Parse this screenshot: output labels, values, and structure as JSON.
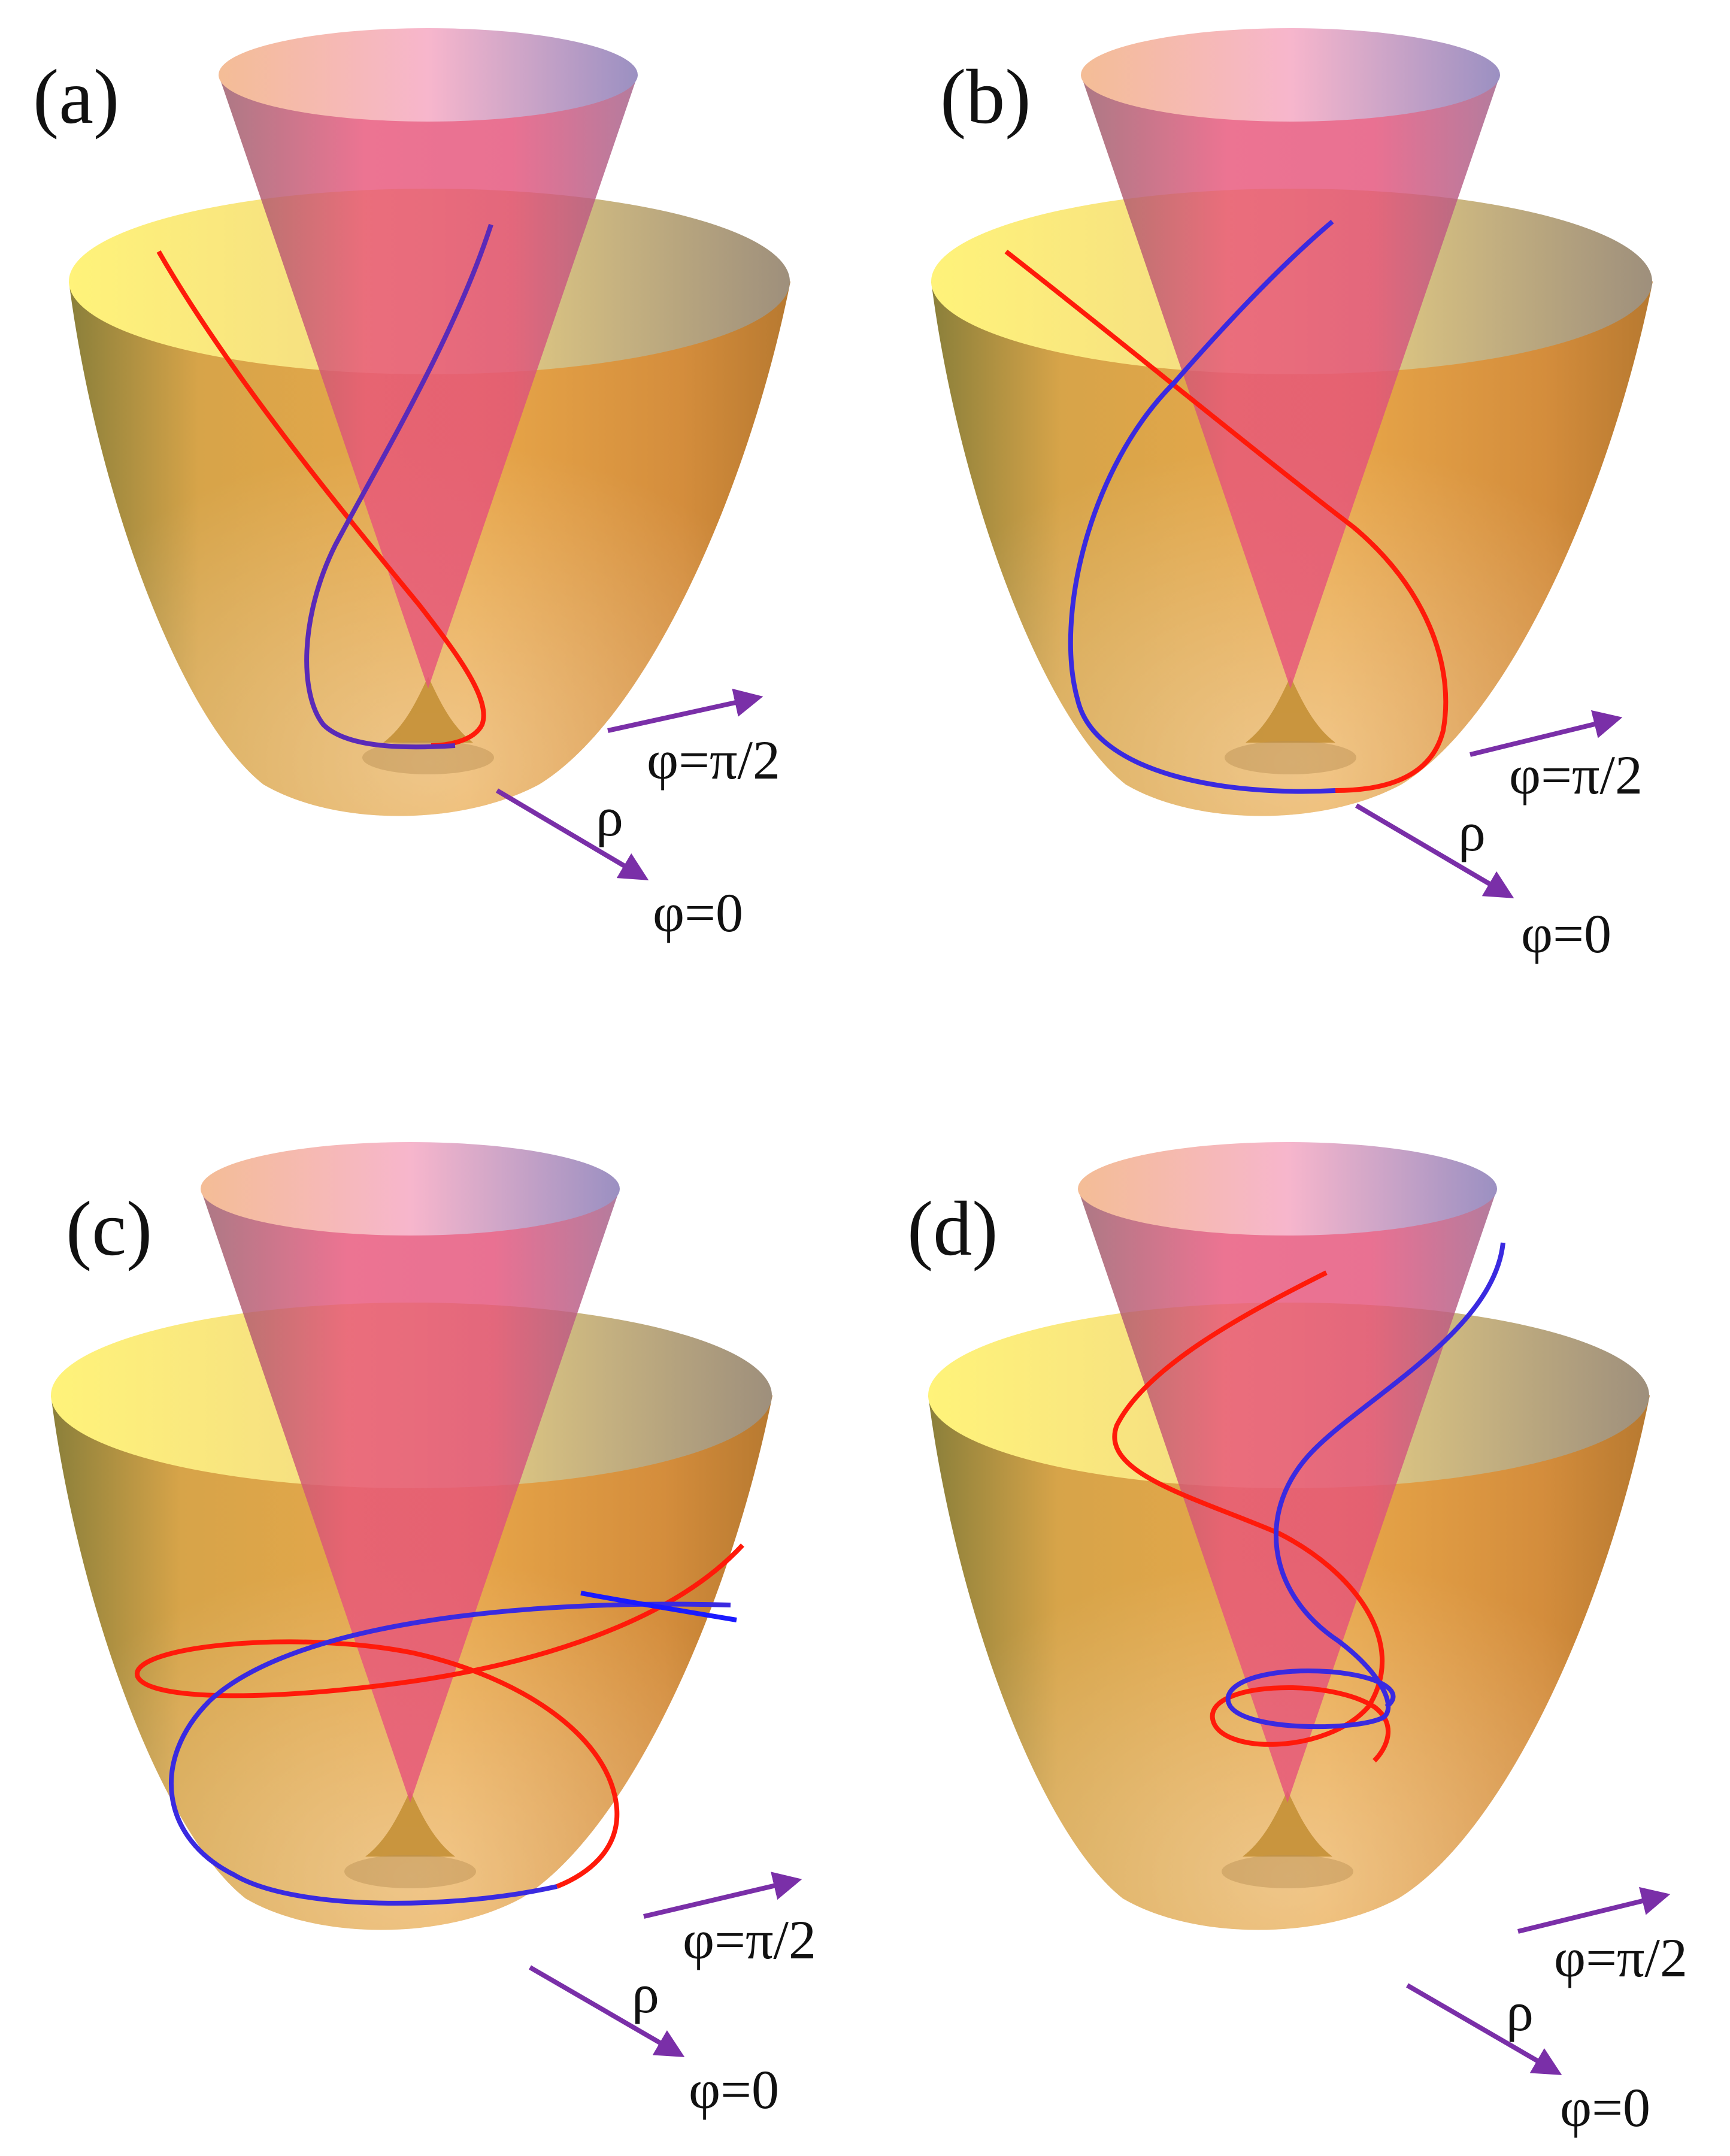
{
  "colors": {
    "red_path": "#ff1a0a",
    "blue_path": "#1a1aff",
    "arrow": "#7a2fa8",
    "lower_cone": "#e8a040",
    "upper_cone": "#e8506e"
  },
  "panels": [
    {
      "label": "(a)",
      "axis_labels": {
        "phi_pi2": "φ=π/2",
        "rho": "ρ",
        "phi_0": "φ=0"
      }
    },
    {
      "label": "(b)",
      "axis_labels": {
        "phi_pi2": "φ=π/2",
        "rho": "ρ",
        "phi_0": "φ=0"
      }
    },
    {
      "label": "(c)",
      "axis_labels": {
        "phi_pi2": "φ=π/2",
        "rho": "ρ",
        "phi_0": "φ=0"
      }
    },
    {
      "label": "(d)",
      "axis_labels": {
        "phi_pi2": "φ=π/2",
        "rho": "ρ",
        "phi_0": "φ=0"
      }
    }
  ]
}
